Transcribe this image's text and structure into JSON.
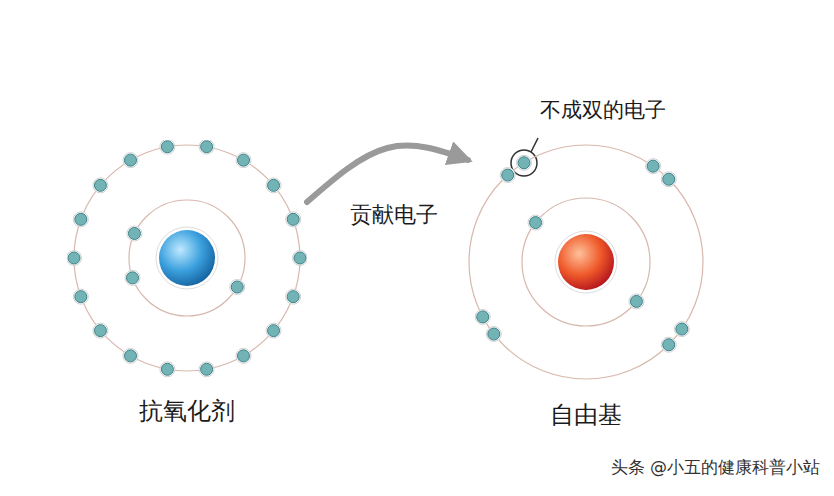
{
  "diagram": {
    "nodes": [
      {
        "text": [
          "抗氧化剂"
        ]
      },
      {
        "text": [
          "自由基"
        ]
      }
    ],
    "edges": [
      {
        "from": 0,
        "to": 1,
        "arrow": "to",
        "label": "贡献电子"
      }
    ],
    "labels": [
      "不成双的电子",
      "头条 @小五的健康科普小站"
    ]
  }
}
